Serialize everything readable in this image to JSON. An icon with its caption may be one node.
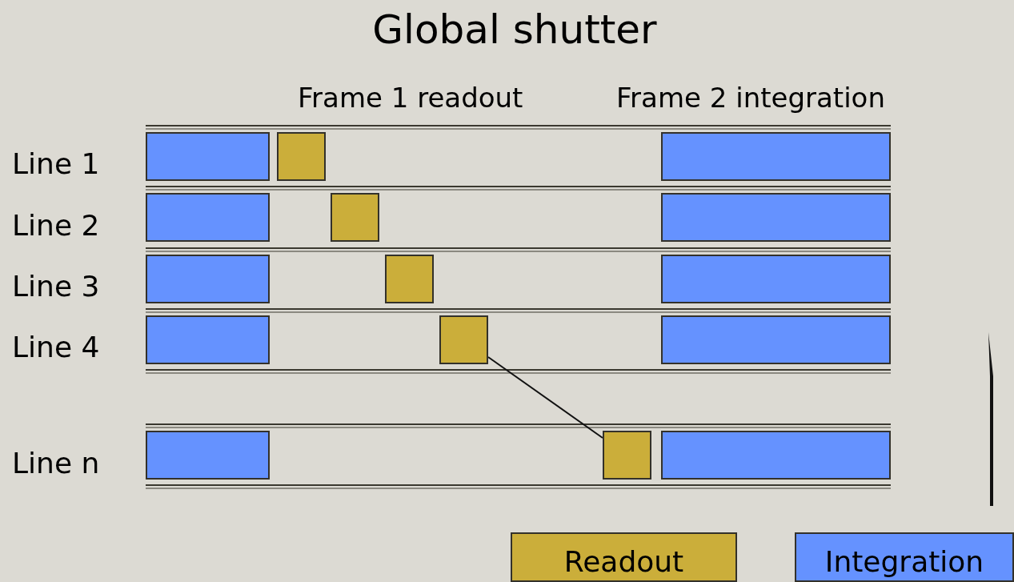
{
  "diagram": {
    "title": "Global shutter",
    "nodes": [
      {
        "text": [],
        "shape": "box"
      },
      {
        "text": [],
        "shape": "box"
      },
      {
        "text": [],
        "shape": "box"
      },
      {
        "text": [],
        "shape": "box"
      },
      {
        "text": [],
        "shape": "box"
      },
      {
        "text": [],
        "shape": "box"
      },
      {
        "text": [],
        "shape": "box"
      },
      {
        "text": [],
        "shape": "box"
      },
      {
        "text": [],
        "shape": "box"
      },
      {
        "text": [],
        "shape": "box"
      },
      {
        "text": [],
        "shape": "box"
      },
      {
        "text": [],
        "shape": "box"
      },
      {
        "text": [],
        "shape": "box"
      },
      {
        "text": [],
        "shape": "box"
      },
      {
        "text": [],
        "shape": "box"
      }
    ],
    "edges": [
      {
        "from": 10,
        "to": 13,
        "arrow": "none"
      }
    ],
    "labels": [
      "Frame 1 readout",
      "Frame 2 integration",
      "Line 1",
      "Line 2",
      "Line 3",
      "Line 4",
      "Line n"
    ],
    "legend": [
      {
        "text": "Readout",
        "color": "#cbae3a"
      },
      {
        "text": "Integration",
        "color": "#6592ff"
      }
    ]
  }
}
